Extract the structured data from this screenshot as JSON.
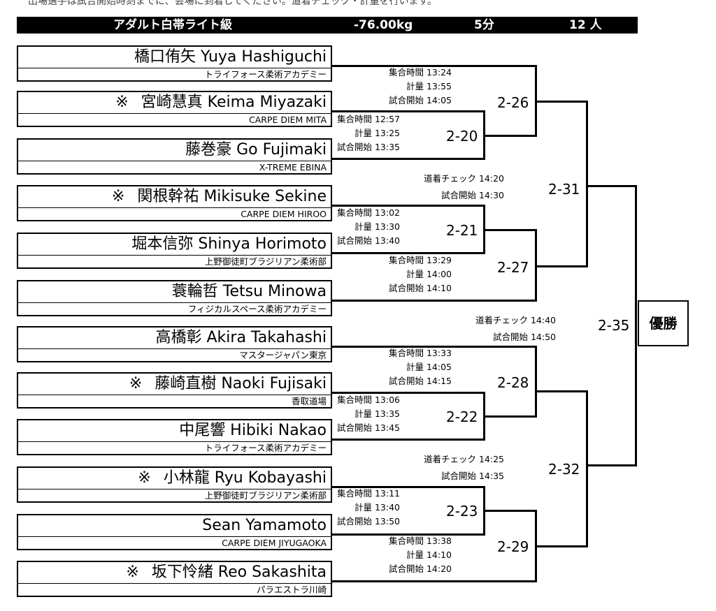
{
  "top_cut_text": "出場選手は試合開始時刻までに、会場に到着してください。道着チェック・計量を行います。",
  "header": {
    "division": "アダルト白帯ライト級",
    "weight": "-76.00kg",
    "time": "5分",
    "count": "12 人"
  },
  "players": [
    {
      "mark": "",
      "name": "橋口侑矢 Yuya Hashiguchi",
      "club": "トライフォース柔術アカデミー"
    },
    {
      "mark": "※",
      "name": "宮崎慧真 Keima Miyazaki",
      "club": "CARPE DIEM MITA"
    },
    {
      "mark": "",
      "name": "藤巻豪 Go Fujimaki",
      "club": "X-TREME EBINA"
    },
    {
      "mark": "※",
      "name": "関根幹祐 Mikisuke Sekine",
      "club": "CARPE DIEM HIROO"
    },
    {
      "mark": "",
      "name": "堀本信弥 Shinya Horimoto",
      "club": "上野御徒町ブラジリアン柔術部"
    },
    {
      "mark": "",
      "name": "蓑輪哲 Tetsu Minowa",
      "club": "フィジカルスペース柔術アカデミー"
    },
    {
      "mark": "",
      "name": "高橋彰 Akira Takahashi",
      "club": "マスタージャパン東京"
    },
    {
      "mark": "※",
      "name": "藤崎直樹 Naoki Fujisaki",
      "club": "香取道場"
    },
    {
      "mark": "",
      "name": "中尾響 Hibiki Nakao",
      "club": "トライフォース柔術アカデミー"
    },
    {
      "mark": "※",
      "name": "小林龍 Ryu Kobayashi",
      "club": "上野御徒町ブラジリアン柔術部"
    },
    {
      "mark": "",
      "name": "Sean Yamamoto",
      "club": "CARPE DIEM JIYUGAOKA"
    },
    {
      "mark": "※",
      "name": "坂下怜緒 Reo Sakashita",
      "club": "パラエストラ川崎"
    }
  ],
  "matches": [
    {
      "id": "2-20",
      "lines": [
        "集合時間 12:57",
        "計量 13:25",
        "試合開始 13:35"
      ]
    },
    {
      "id": "2-21",
      "lines": [
        "集合時間 13:02",
        "計量 13:30",
        "試合開始 13:40"
      ]
    },
    {
      "id": "2-22",
      "lines": [
        "集合時間 13:06",
        "計量 13:35",
        "試合開始 13:45"
      ]
    },
    {
      "id": "2-23",
      "lines": [
        "集合時間 13:11",
        "計量 13:40",
        "試合開始 13:50"
      ]
    },
    {
      "id": "2-26",
      "lines": [
        "集合時間 13:24",
        "計量 13:55",
        "試合開始 14:05"
      ]
    },
    {
      "id": "2-27",
      "lines": [
        "集合時間 13:29",
        "計量 14:00",
        "試合開始 14:10"
      ]
    },
    {
      "id": "2-28",
      "lines": [
        "集合時間 13:33",
        "計量 14:05",
        "試合開始 14:15"
      ]
    },
    {
      "id": "2-29",
      "lines": [
        "集合時間 13:38",
        "計量 14:10",
        "試合開始 14:20"
      ]
    },
    {
      "id": "2-31",
      "lines": [
        "道着チェック 14:20",
        "試合開始 14:30"
      ]
    },
    {
      "id": "2-32",
      "lines": [
        "道着チェック 14:25",
        "試合開始 14:35"
      ]
    },
    {
      "id": "2-35",
      "lines": [
        "道着チェック 14:40",
        "試合開始 14:50"
      ]
    }
  ],
  "champion_label": "優勝"
}
